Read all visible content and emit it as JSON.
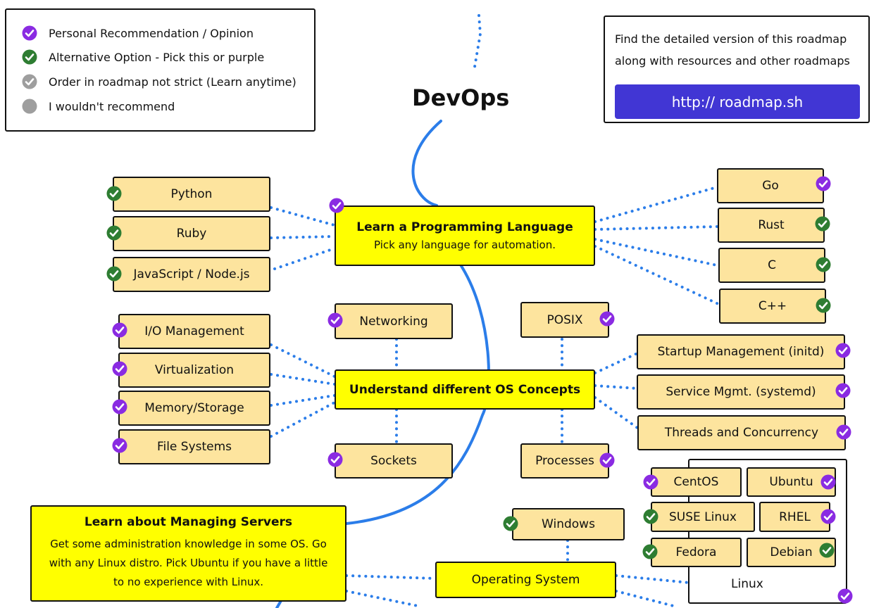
{
  "title": "DevOps",
  "legend": {
    "items": [
      {
        "label": "Personal Recommendation / Opinion",
        "kind": "purple"
      },
      {
        "label": "Alternative Option - Pick this or purple",
        "kind": "green"
      },
      {
        "label": "Order in roadmap not strict (Learn anytime)",
        "kind": "gray-check"
      },
      {
        "label": "I wouldn't recommend",
        "kind": "gray-dot"
      }
    ]
  },
  "info": {
    "line1": "Find the detailed version of this roadmap",
    "line2": "along with resources and other roadmaps",
    "link": "http:// roadmap.sh"
  },
  "nodes": {
    "programming": {
      "title": "Learn a Programming Language",
      "subtitle": "Pick any language for automation."
    },
    "python": "Python",
    "ruby": "Ruby",
    "javascript": "JavaScript / Node.js",
    "go": "Go",
    "rust": "Rust",
    "c": "C",
    "cpp": "C++",
    "os_concepts": "Understand different OS Concepts",
    "networking": "Networking",
    "posix": "POSIX",
    "sockets": "Sockets",
    "processes": "Processes",
    "io": "I/O Management",
    "virtualization": "Virtualization",
    "memory": "Memory/Storage",
    "filesystems": "File Systems",
    "startup": "Startup Management (initd)",
    "service": "Service Mgmt. (systemd)",
    "threads": "Threads and Concurrency",
    "servers": {
      "title": "Learn about Managing Servers",
      "line1": "Get some administration knowledge in some OS. Go",
      "line2": "with any Linux distro. Pick Ubuntu if you have a little",
      "line3": "to no experience with Linux."
    },
    "windows": "Windows",
    "operating_system": "Operating System",
    "centos": "CentOS",
    "ubuntu": "Ubuntu",
    "suse": "SUSE Linux",
    "rhel": "RHEL",
    "fedora": "Fedora",
    "debian": "Debian",
    "linux": "Linux"
  },
  "colors": {
    "purple": "#8a2be2",
    "green": "#2e7d32",
    "gray": "#9e9e9e",
    "curve": "#2b7de9",
    "dots": "#2b7de9",
    "yellow": "#ffff00",
    "tan": "#fde49e",
    "button": "#4136d4"
  }
}
